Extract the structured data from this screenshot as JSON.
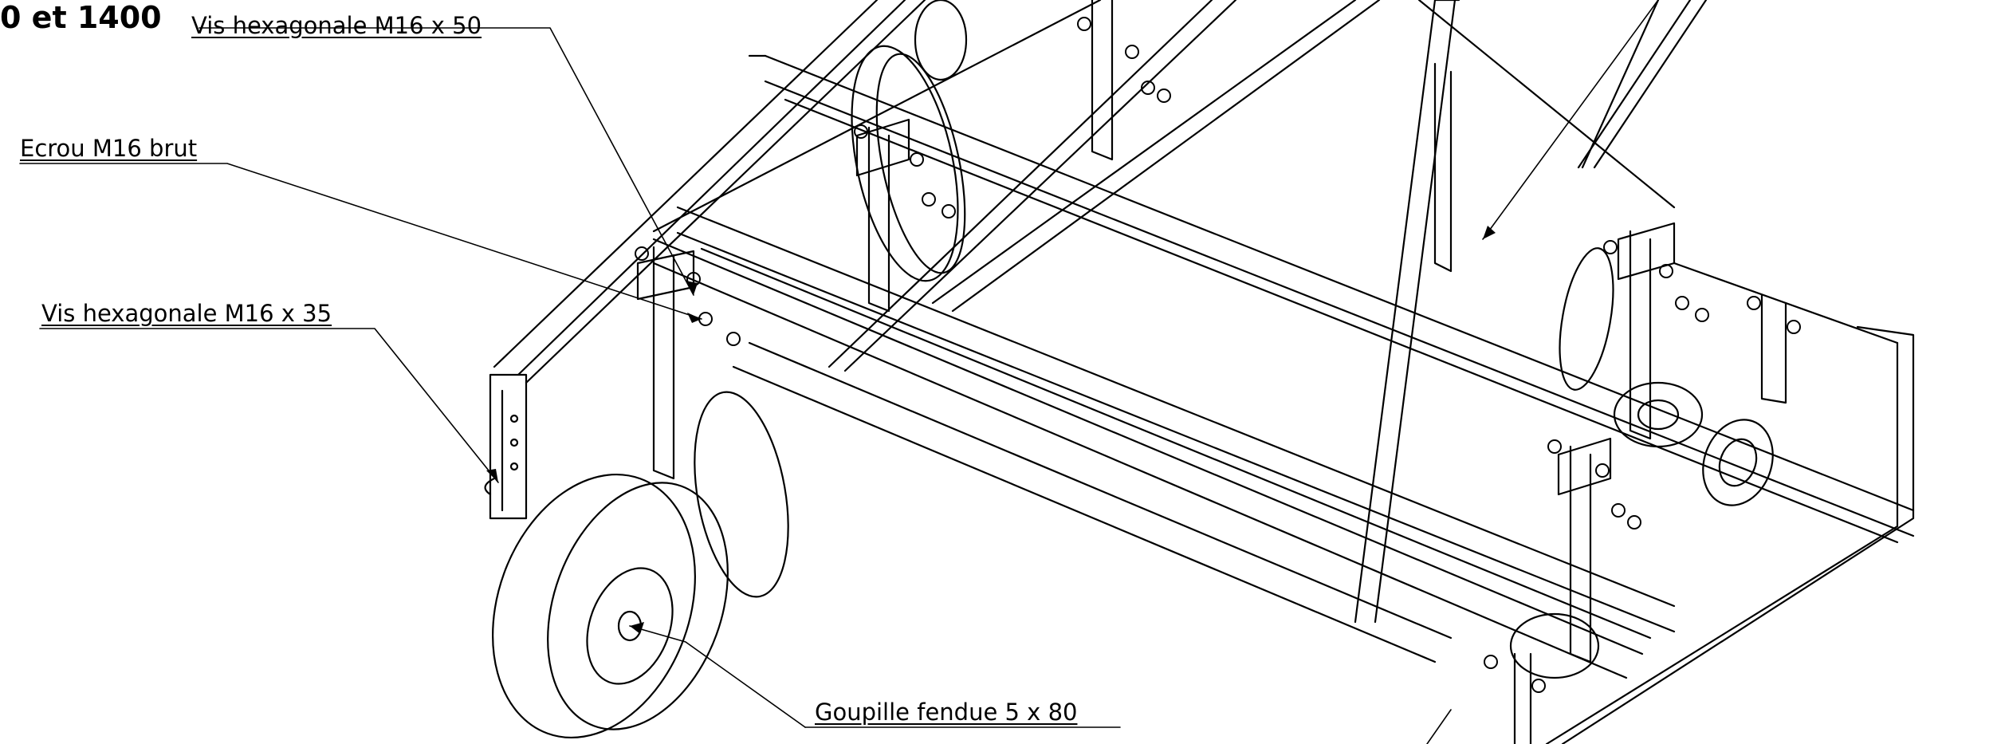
{
  "title": "0 et 1400",
  "callouts": {
    "vis_m16x50": "Vis hexagonale M16 x 50",
    "ecrou_m16": "Ecrou M16 brut",
    "vis_m16x35": "Vis hexagonale M16 x 35",
    "goupille": "Goupille fendue 5 x 80"
  },
  "colors": {
    "ink": "#000000",
    "paper": "#ffffff"
  }
}
